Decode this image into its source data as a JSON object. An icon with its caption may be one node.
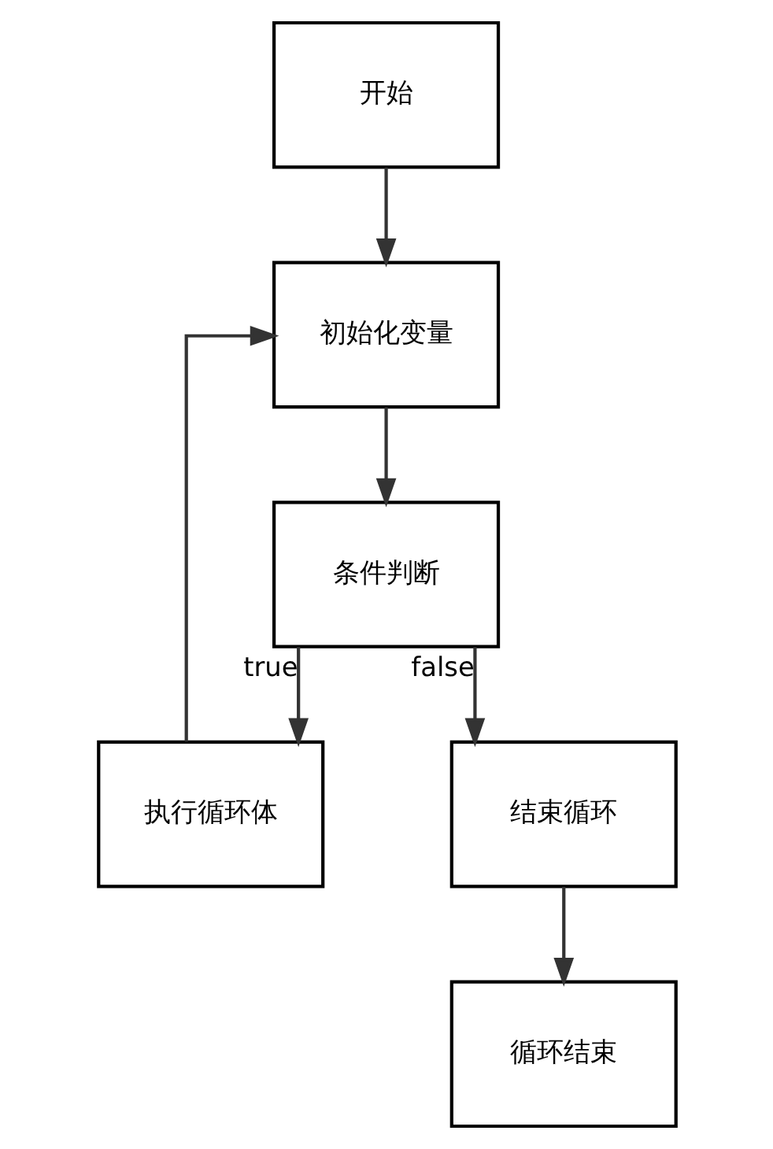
{
  "diagram": {
    "nodes": [
      {
        "text": [
          "开始"
        ]
      },
      {
        "text": [
          "初始化变量"
        ]
      },
      {
        "text": [
          "条件判断"
        ]
      },
      {
        "text": [
          "执行循环体"
        ]
      },
      {
        "text": [
          "结束循环"
        ]
      },
      {
        "text": [
          "循环结束"
        ]
      }
    ],
    "edges": [
      {
        "from": 0,
        "to": 1,
        "arrow": "to"
      },
      {
        "from": 1,
        "to": 2,
        "arrow": "to"
      },
      {
        "from": 2,
        "to": 3,
        "arrow": "to",
        "label": "true"
      },
      {
        "from": 3,
        "to": 1,
        "arrow": "to"
      },
      {
        "from": 2,
        "to": 4,
        "arrow": "to",
        "label": "false"
      },
      {
        "from": 4,
        "to": 5,
        "arrow": "to"
      }
    ]
  }
}
